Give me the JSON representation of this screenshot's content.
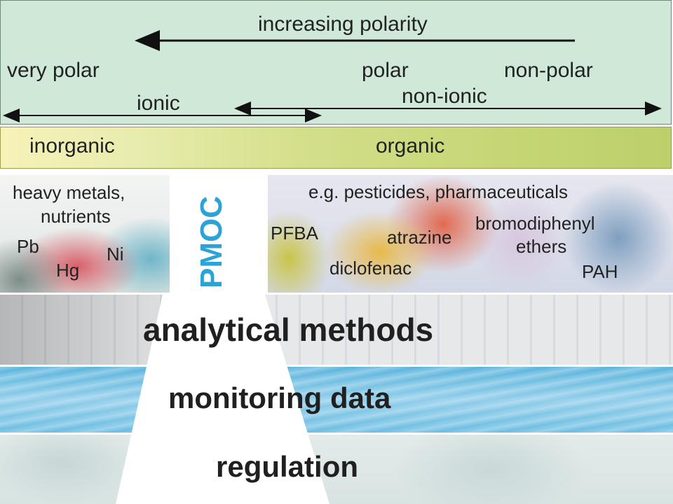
{
  "polarity": {
    "title": "increasing polarity",
    "very_polar": "very polar",
    "polar": "polar",
    "non_polar": "non-polar",
    "ionic": "ionic",
    "non_ionic": "non-ionic"
  },
  "classes": {
    "inorganic": "inorganic",
    "organic": "organic"
  },
  "inorganic_panel": {
    "heading_line1": "heavy metals,",
    "heading_line2": "nutrients",
    "items": [
      "Pb",
      "Hg",
      "Ni"
    ]
  },
  "center_label": "PMOC",
  "organic_panel": {
    "heading": "e.g. pesticides, pharmaceuticals",
    "items": [
      "PFBA",
      "atrazine",
      "bromodiphenyl",
      "ethers",
      "diclofenac",
      "PAH"
    ]
  },
  "layers": {
    "analytical": "analytical methods",
    "monitoring": "monitoring data",
    "regulation": "regulation"
  },
  "colors": {
    "pmoc": "#2ba3d6",
    "polarity_band": "#cfe8d8",
    "class_band": "#d4df8a"
  }
}
